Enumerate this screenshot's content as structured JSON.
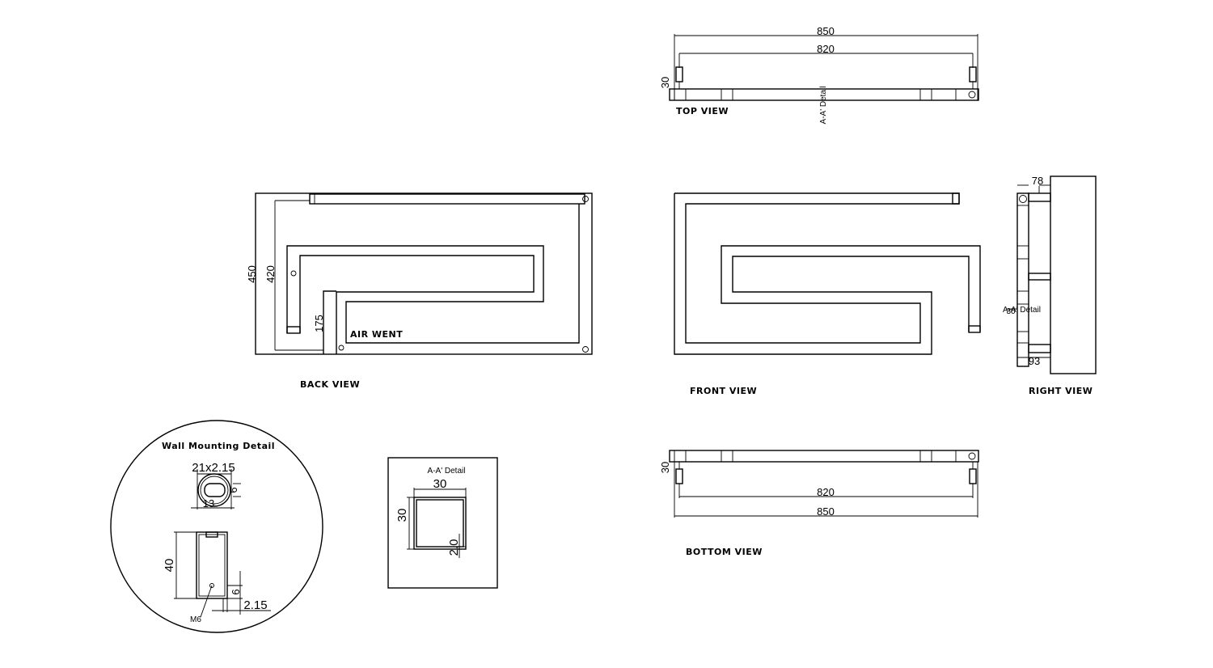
{
  "views": {
    "top": {
      "label": "TOP VIEW",
      "dim_overall": "850",
      "dim_inner": "820",
      "dim_height": "30",
      "section_note": "A-A' Detail"
    },
    "back": {
      "label": "BACK VIEW",
      "dim_height": "450",
      "dim_inner": "420",
      "dim_175": "175",
      "air_vent": "AIR WENT"
    },
    "front": {
      "label": "FRONT VIEW"
    },
    "right": {
      "label": "RIGHT VIEW",
      "dim_top": "78",
      "dim_bottom": "93",
      "dim_30": "30",
      "section_note": "A-A' Detail"
    },
    "bottom": {
      "label": "BOTTOM VIEW",
      "dim_overall": "850",
      "dim_inner": "820",
      "dim_height": "30"
    }
  },
  "wall_mount": {
    "title": "Wall Mounting Detail",
    "pipe_spec": "21x2.15",
    "dim_13": "13",
    "dim_6": "6",
    "dim_40": "40",
    "dim_6b": "6",
    "dim_215": "2.15",
    "screw": "M6"
  },
  "section_aa": {
    "title": "A-A' Detail",
    "dim_width": "30",
    "dim_height": "30",
    "dim_thickness": "2.0"
  }
}
